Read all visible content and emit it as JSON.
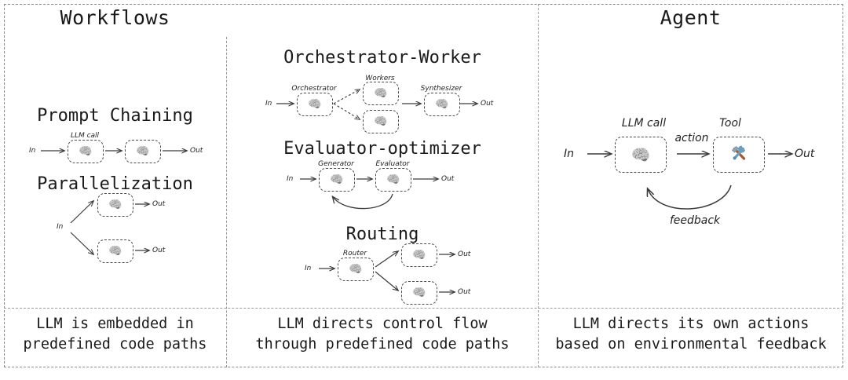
{
  "columns": {
    "workflows_title": "Workflows",
    "agent_title": "Agent"
  },
  "captions": {
    "workflows_left_line1": "LLM is embedded in",
    "workflows_left_line2": "predefined code paths",
    "workflows_right_line1": "LLM directs control flow",
    "workflows_right_line2": "through predefined code paths",
    "agent_line1": "LLM directs its own actions",
    "agent_line2": "based on environmental feedback"
  },
  "sections": {
    "prompt_chaining": {
      "title": "Prompt Chaining",
      "in": "In",
      "out": "Out",
      "node_label": "LLM call",
      "glyph": "🧠"
    },
    "parallelization": {
      "title": "Parallelization",
      "in": "In",
      "out_top": "Out",
      "out_bottom": "Out",
      "glyph": "🧠"
    },
    "orchestrator_worker": {
      "title": "Orchestrator-Worker",
      "in": "In",
      "out": "Out",
      "orchestrator_label": "Orchestrator",
      "workers_label": "Workers",
      "synthesizer_label": "Synthesizer",
      "glyph": "🧠"
    },
    "evaluator_optimizer": {
      "title": "Evaluator-optimizer",
      "in": "In",
      "out": "Out",
      "generator_label": "Generator",
      "evaluator_label": "Evaluator",
      "glyph": "🧠"
    },
    "routing": {
      "title": "Routing",
      "in": "In",
      "out_top": "Out",
      "out_bottom": "Out",
      "router_label": "Router",
      "glyph": "🧠"
    },
    "agent": {
      "in": "In",
      "out": "Out",
      "llm_label": "LLM call",
      "tool_label": "Tool",
      "action_label": "action",
      "feedback_label": "feedback",
      "llm_glyph": "🧠",
      "tool_glyph": "🛠️"
    }
  },
  "colors": {
    "frame": "#8a8a8a",
    "node_border": "#4a4a4a",
    "arrow": "#3a3a3a",
    "text": "#1a1a1a",
    "tool_wrench": "#6f9dba",
    "tool_hammer": "#9b5e3c"
  }
}
